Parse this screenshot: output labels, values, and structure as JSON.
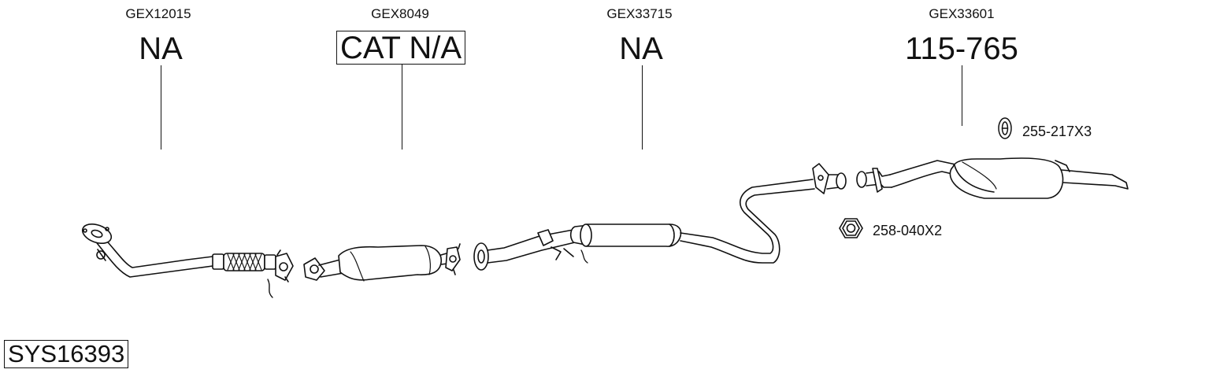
{
  "parts": [
    {
      "code": "GEX12015",
      "label": "NA"
    },
    {
      "code": "GEX8049",
      "label": "CAT N/A"
    },
    {
      "code": "GEX33715",
      "label": "NA"
    },
    {
      "code": "GEX33601",
      "label": "115-765"
    }
  ],
  "accessories": [
    {
      "number": "255-217X3",
      "icon": "rubber-hanger-icon"
    },
    {
      "number": "258-040X2",
      "icon": "hex-nut-icon"
    }
  ],
  "system_id": "SYS16393"
}
